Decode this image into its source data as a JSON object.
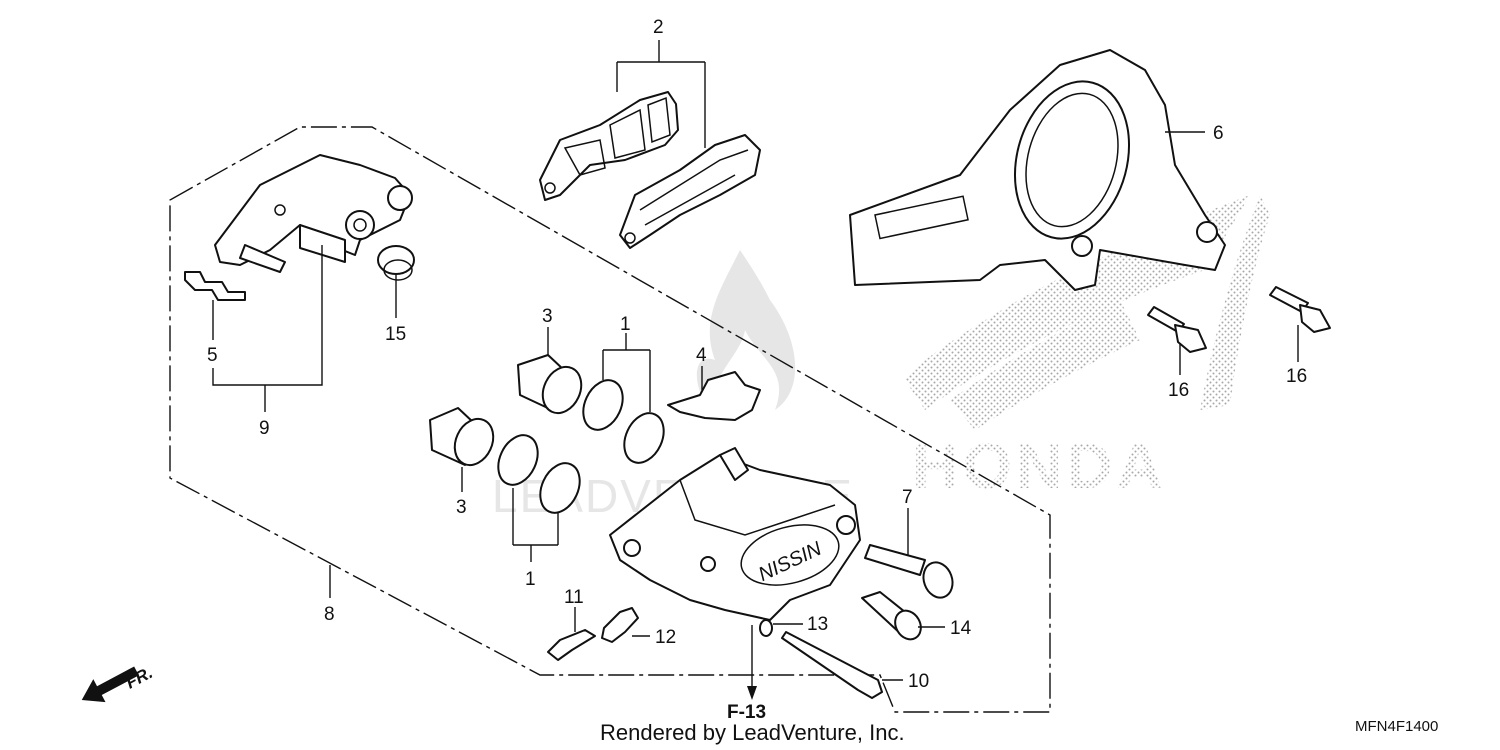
{
  "diagram": {
    "callouts": {
      "p1a": "1",
      "p1b": "1",
      "p2": "2",
      "p3a": "3",
      "p3b": "3",
      "p4": "4",
      "p5": "5",
      "p6": "6",
      "p7": "7",
      "p8": "8",
      "p9": "9",
      "p10": "10",
      "p11": "11",
      "p12": "12",
      "p13": "13",
      "p14": "14",
      "p15": "15",
      "p16a": "16",
      "p16b": "16"
    },
    "reference": "F-13",
    "front_indicator": "FR.",
    "caliper_brand": "NISSIN",
    "watermark_brand": "HONDA",
    "watermark_text": "LEADVENTURE",
    "footer": "Rendered by LeadVenture, Inc.",
    "diagram_code": "MFN4F1400"
  }
}
